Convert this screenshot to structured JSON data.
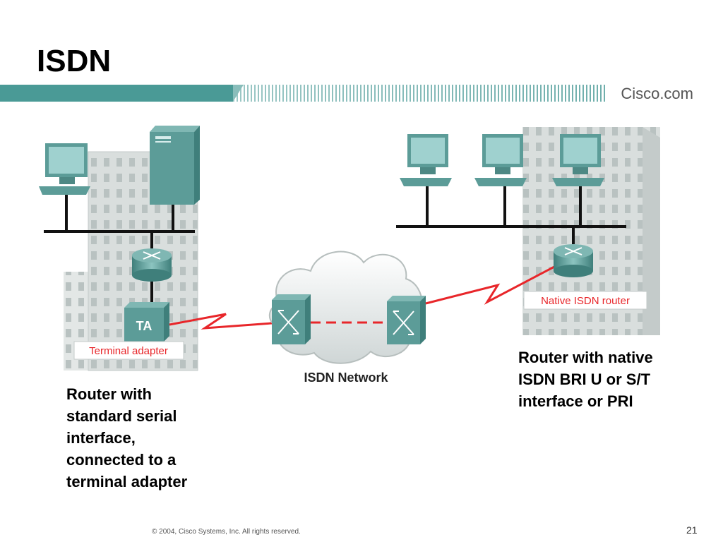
{
  "slide": {
    "title": "ISDN",
    "brand": "Cisco.com",
    "page_number": "21",
    "copyright": "© 2004, Cisco Systems, Inc. All rights reserved."
  },
  "diagram": {
    "terminal_adapter_box": "TA",
    "terminal_adapter_label": "Terminal adapter",
    "native_router_label": "Native ISDN router",
    "network_label": "ISDN Network"
  },
  "captions": {
    "left_lines": [
      "Router with",
      "standard serial",
      "interface,",
      "connected to a",
      "terminal adapter"
    ],
    "right_lines": [
      "Router with native",
      "ISDN BRI U or S/T",
      "interface or PRI"
    ]
  },
  "colors": {
    "accent_teal": "#4a9a96",
    "link_red": "#e8262a",
    "device_teal": "#5c9c98",
    "building_gray": "#d9dedd"
  }
}
